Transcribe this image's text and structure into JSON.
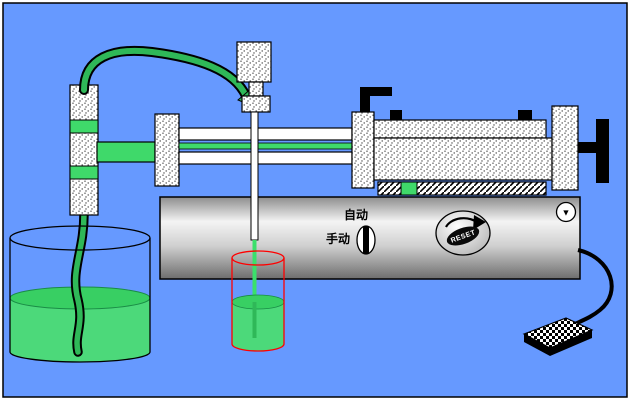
{
  "panel": {
    "auto_label": "自动",
    "manual_label": "手动",
    "reset_label": "RESET",
    "down_button": "▼"
  },
  "colors": {
    "background": "#6699ff",
    "liquid": "#4cd97a",
    "liquid_surface": "#38cf63",
    "tube": "#2fb858",
    "stream": "#3ae06b",
    "machine_green": "#3fd96a",
    "container_outline": "#ff0000"
  }
}
